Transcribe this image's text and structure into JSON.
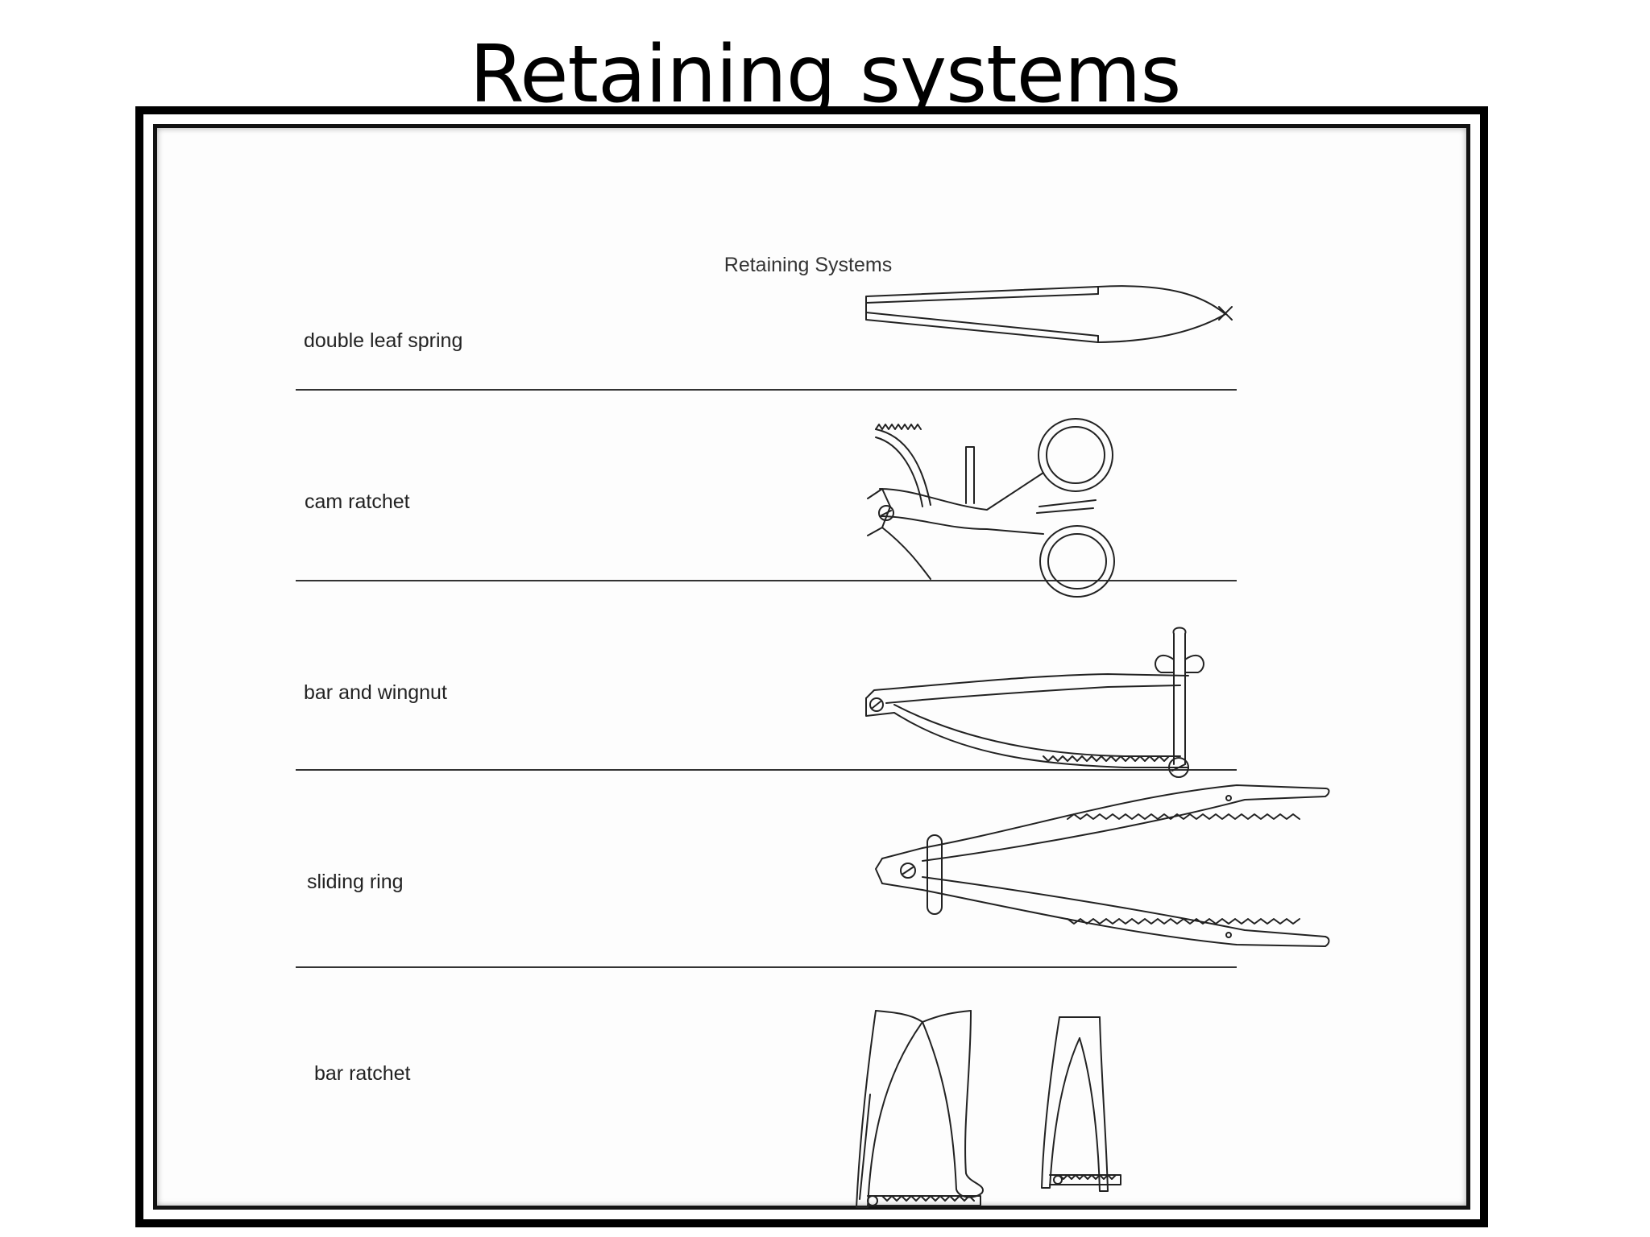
{
  "slide": {
    "title": "Retaining  systems"
  },
  "figure": {
    "caption": "Retaining Systems",
    "rows": [
      {
        "label": "double leaf spring"
      },
      {
        "label": "cam ratchet"
      },
      {
        "label": "bar and wingnut"
      },
      {
        "label": "sliding ring"
      },
      {
        "label": "bar ratchet"
      }
    ]
  }
}
